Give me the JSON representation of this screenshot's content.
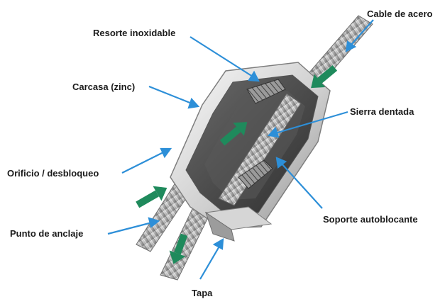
{
  "labels": {
    "cable": "Cable de acero",
    "resorte": "Resorte inoxidable",
    "carcasa": "Carcasa (zinc)",
    "sierra": "Sierra dentada",
    "orificio": "Orificio / desbloqueo",
    "soporte": "Soporte autoblocante",
    "anclaje": "Punto de anclaje",
    "tapa": "Tapa"
  },
  "colors": {
    "leader": "#2d8fd8",
    "arrow": "#1f8a5c",
    "metal_light": "#e6e6e6",
    "metal_dark": "#8a8a8a",
    "text": "#1b1b1b"
  }
}
